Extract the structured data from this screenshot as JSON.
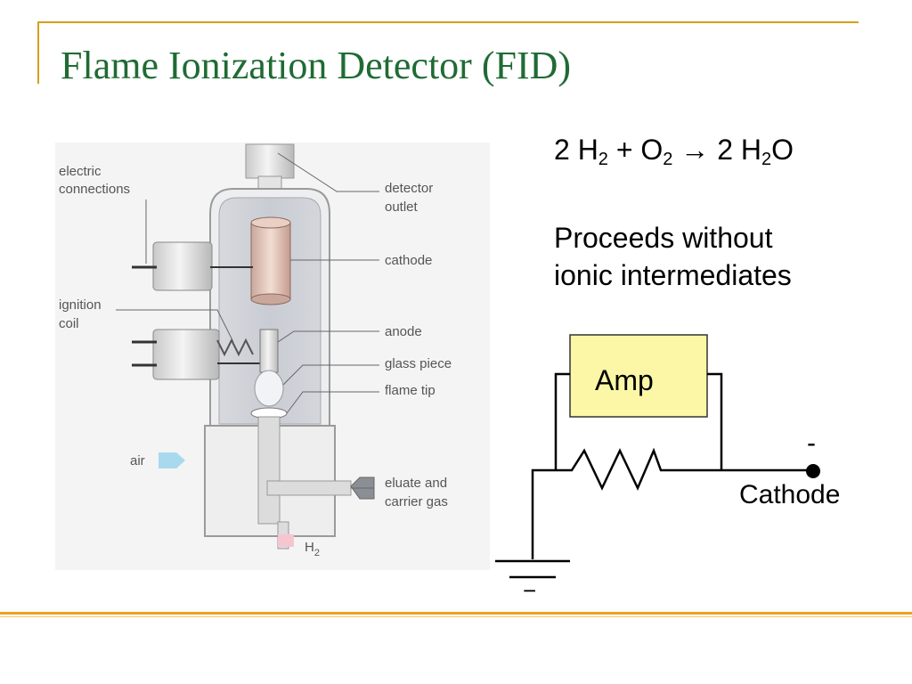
{
  "slide": {
    "title": "Flame Ionization Detector (FID)",
    "accent_color": "#d4a11e",
    "title_color": "#1f6b34",
    "rule_color": "#f0a020"
  },
  "reaction": {
    "coef1": "2 H",
    "sub1": "2",
    "plus": " + O",
    "sub2": "2",
    "arrow": " → 2 H",
    "sub3": "2",
    "tail": "O"
  },
  "note": {
    "line1": "Proceeds without",
    "line2": "ionic intermediates"
  },
  "detector": {
    "labels": {
      "electric_connections_1": "electric",
      "electric_connections_2": "connections",
      "ignition_coil_1": "ignition",
      "ignition_coil_2": "coil",
      "air": "air",
      "detector_outlet_1": "detector",
      "detector_outlet_2": "outlet",
      "cathode": "cathode",
      "anode": "anode",
      "glass_piece": "glass piece",
      "flame_tip": "flame tip",
      "eluate_1": "eluate and",
      "eluate_2": "carrier gas",
      "h2": "H",
      "h2_sub": "2"
    }
  },
  "circuit": {
    "amp_label": "Amp",
    "terminal_sign": "-",
    "terminal_label": "Cathode",
    "ground_sign": "−",
    "amp_fill": "#fbf7a6"
  }
}
